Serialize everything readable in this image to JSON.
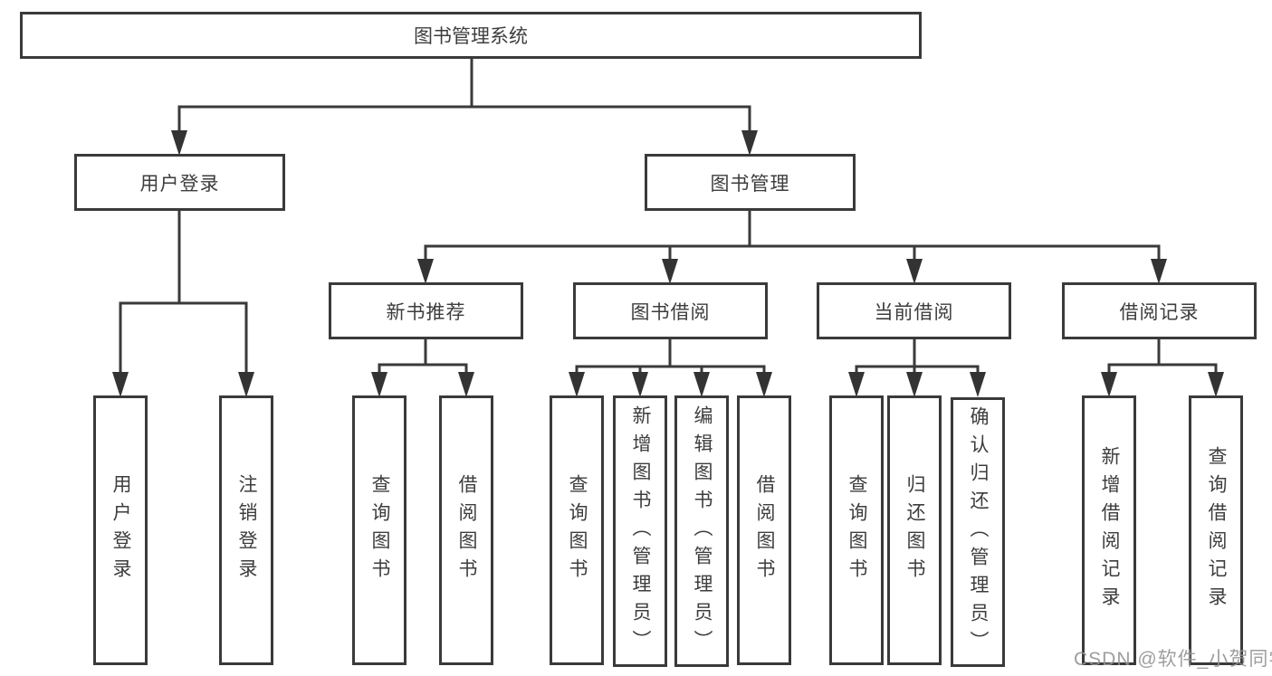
{
  "diagram": {
    "title": "图书管理系统",
    "line_color": "#3a3a3a",
    "box_border_color": "#3a3a3a",
    "text_color": "#3d3d3d",
    "watermark": "CSDN @软件_小贺同学",
    "tree": {
      "label": "图书管理系统",
      "children": [
        {
          "label": "用户登录",
          "children": [
            {
              "label": "用户登录"
            },
            {
              "label": "注销登录"
            }
          ]
        },
        {
          "label": "图书管理",
          "children": [
            {
              "label": "新书推荐",
              "children": [
                {
                  "label": "查询图书"
                },
                {
                  "label": "借阅图书"
                }
              ]
            },
            {
              "label": "图书借阅",
              "children": [
                {
                  "label": "查询图书"
                },
                {
                  "label": "新增图书（管理员）"
                },
                {
                  "label": "编辑图书（管理员）"
                },
                {
                  "label": "借阅图书"
                }
              ]
            },
            {
              "label": "当前借阅",
              "children": [
                {
                  "label": "查询图书"
                },
                {
                  "label": "归还图书"
                },
                {
                  "label": "确认归还（管理员）"
                }
              ]
            },
            {
              "label": "借阅记录",
              "children": [
                {
                  "label": "新增借阅记录"
                },
                {
                  "label": "查询借阅记录"
                }
              ]
            }
          ]
        }
      ]
    }
  }
}
